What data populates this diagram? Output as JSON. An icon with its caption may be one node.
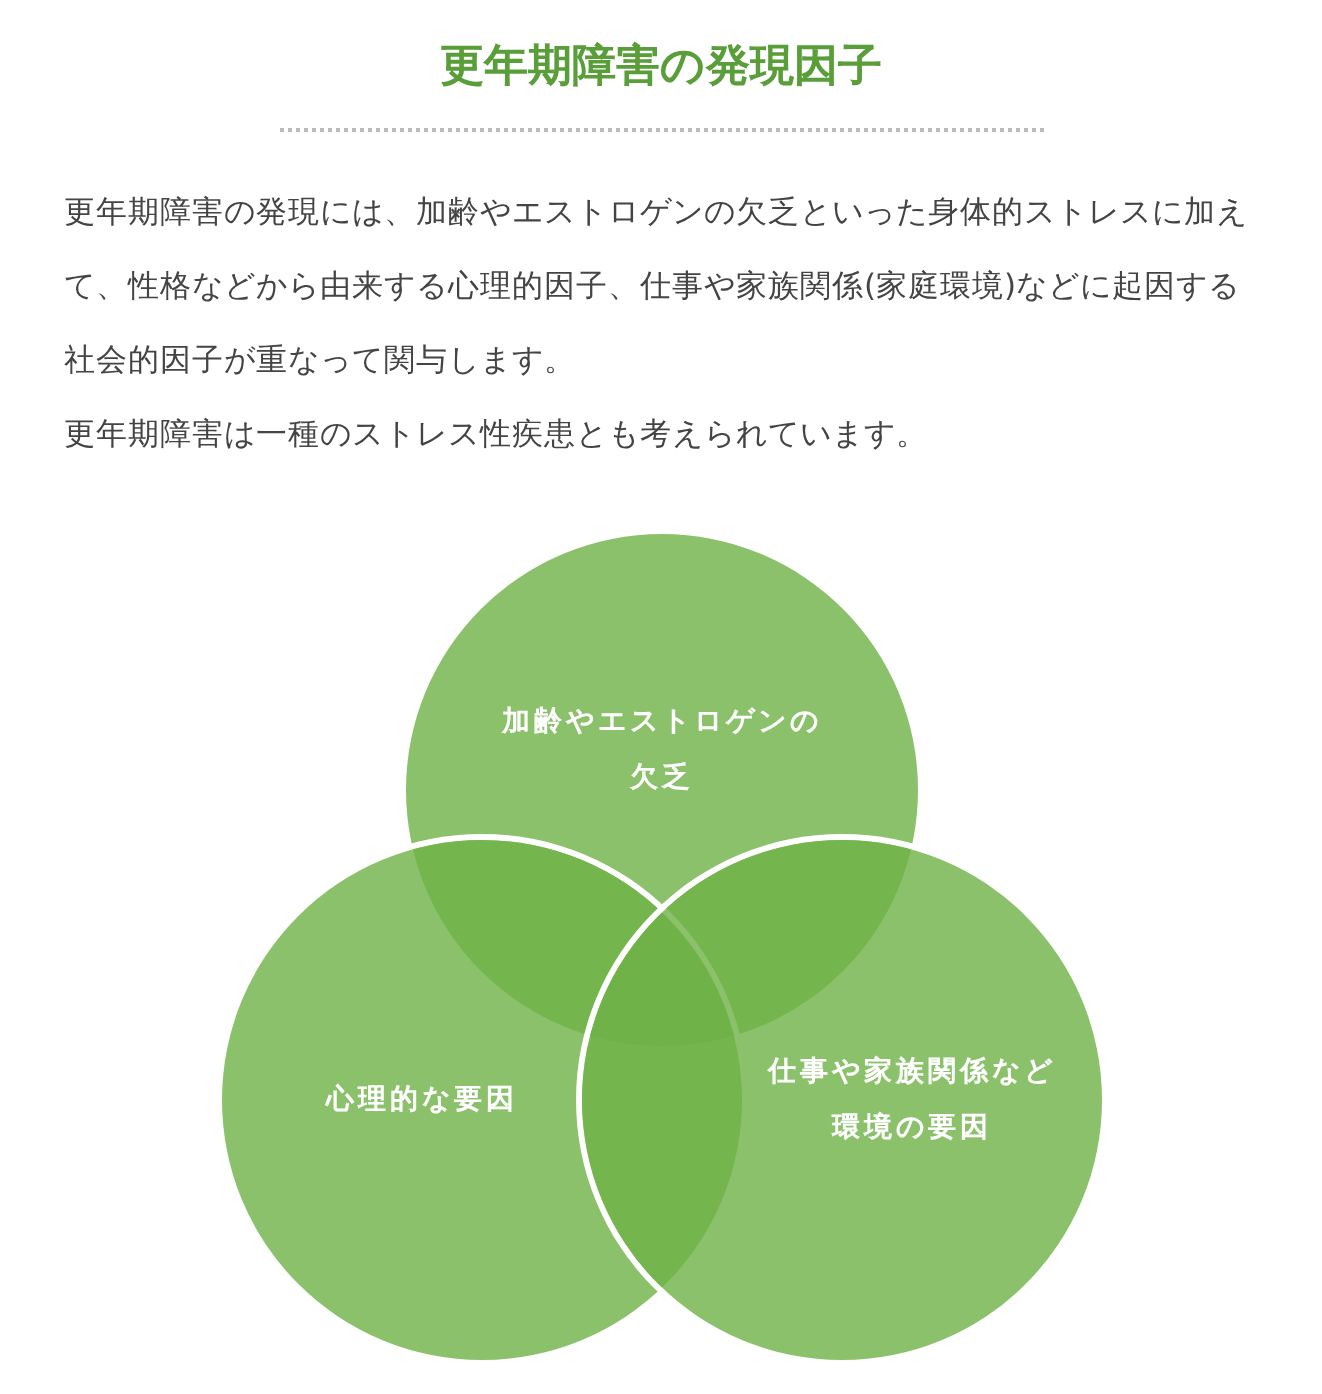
{
  "diagram": {
    "title": "更年期障害の発現因子",
    "nodes": [
      {
        "text": [
          "加齢やエストロゲンの欠乏"
        ]
      },
      {
        "text": [
          "心理的な要因"
        ]
      },
      {
        "text": [
          "仕事や家族関係など環境の要因"
        ]
      }
    ],
    "labels": [
      "更年期障害の発現には、加齢やエストロゲンの欠乏といった身体的ストレスに加えて、性格などから由来する心理的因子、仕事や家族関係(家庭環境)などに起因する社会的因子が重なって関与します。",
      "更年期障害は一種のストレス性疾患とも考えられています。"
    ]
  }
}
